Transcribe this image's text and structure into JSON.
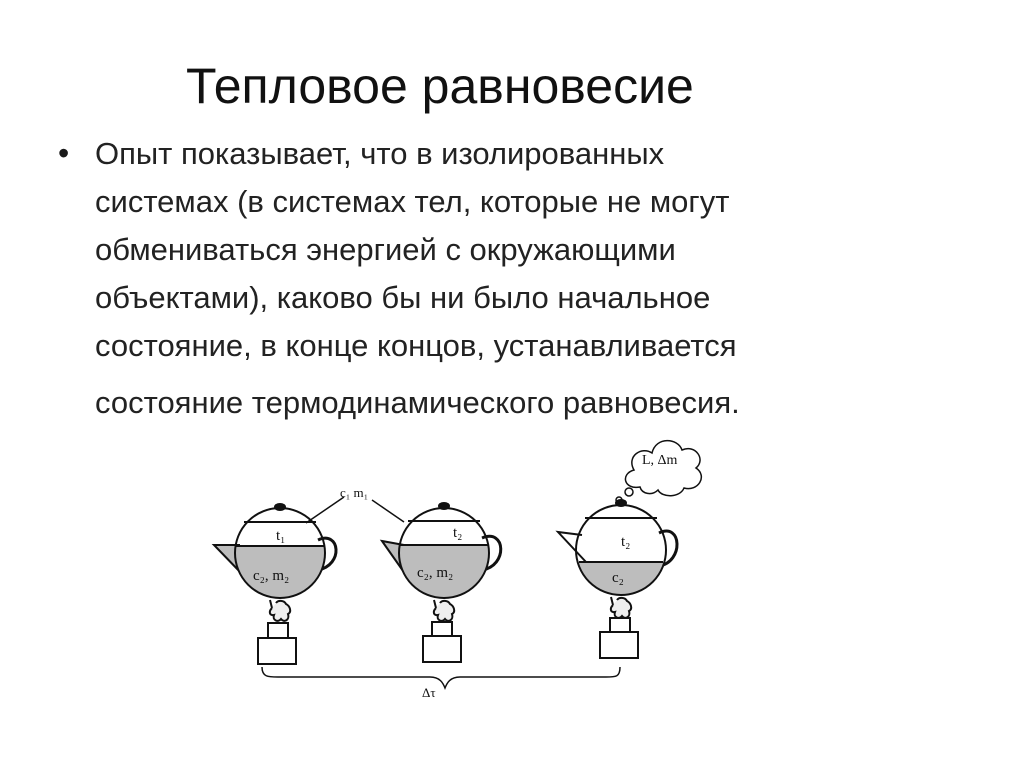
{
  "slide": {
    "title": "Тепловое равновесие",
    "bullet": {
      "lines": [
        "Опыт показывает, что в изолированных",
        "системах (в системах тел, которые не могут",
        "обмениваться энергией с окружающими",
        "объектами), каково бы ни было начальное",
        "состояние, в конце концов, устанавливается",
        "состояние термодинамического равновесия."
      ]
    }
  },
  "diagram": {
    "labels": {
      "pointer_top": "c₁ m₁",
      "pot1_temp": "t₁",
      "pot1_liquid": "c₂, m₂",
      "pot2_temp": "t₂",
      "pot2_liquid": "c₂, m₂",
      "pot3_temp": "t₂",
      "pot3_liquid": "c₂",
      "cloud": "L, Δm",
      "interval": "Δτ"
    }
  }
}
